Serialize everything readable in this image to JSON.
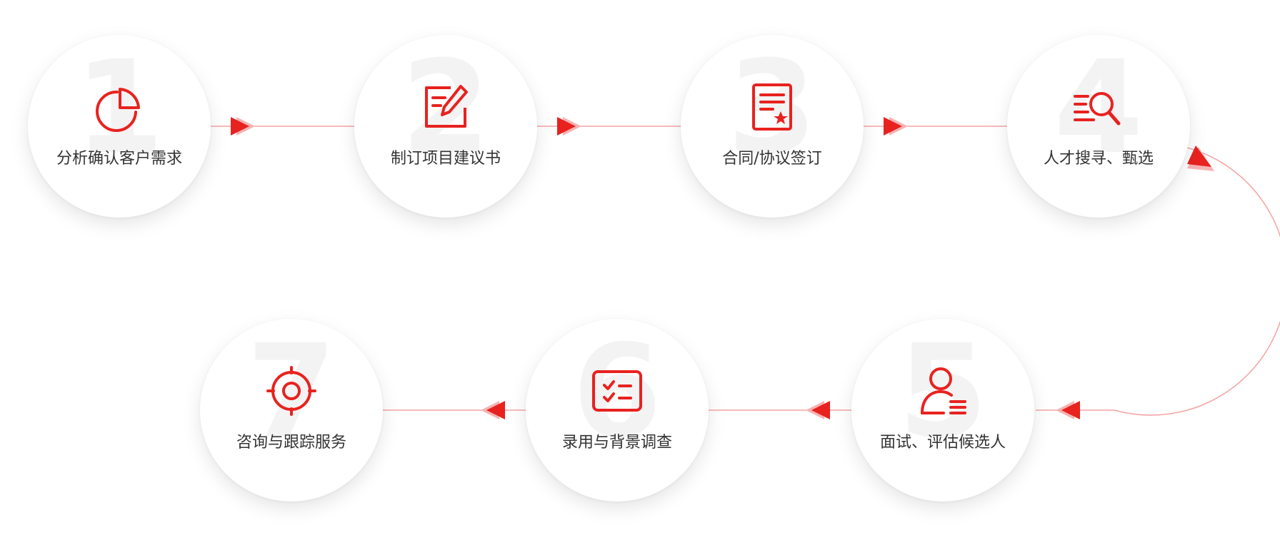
{
  "colors": {
    "accent": "#e8221f",
    "line": "#f5a3a3",
    "number": "#f3f3f3",
    "text": "#333333"
  },
  "steps": [
    {
      "number": "1",
      "label": "分析确认客户需求",
      "icon": "pie-chart-icon"
    },
    {
      "number": "2",
      "label": "制订项目建议书",
      "icon": "edit-document-icon"
    },
    {
      "number": "3",
      "label": "合同/协议签订",
      "icon": "contract-icon"
    },
    {
      "number": "4",
      "label": "人才搜寻、甄选",
      "icon": "search-list-icon"
    },
    {
      "number": "5",
      "label": "面试、评估候选人",
      "icon": "user-list-icon"
    },
    {
      "number": "6",
      "label": "录用与背景调查",
      "icon": "checklist-icon"
    },
    {
      "number": "7",
      "label": "咨询与跟踪服务",
      "icon": "target-icon"
    }
  ]
}
